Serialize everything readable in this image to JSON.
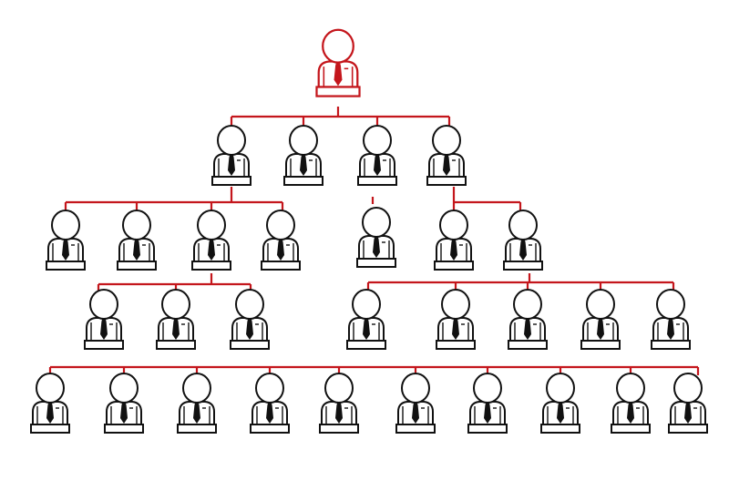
{
  "colors": {
    "background": "#ffffff",
    "leader": "#c4161c",
    "member": "#111111",
    "connector": "#c4161c",
    "fill": "#ffffff"
  },
  "icon": "businessman-icon",
  "hierarchy": [
    {
      "id": "ceo",
      "level": 0,
      "parent": null,
      "role": "leader"
    },
    {
      "id": "m1",
      "level": 1,
      "parent": "ceo"
    },
    {
      "id": "m2",
      "level": 1,
      "parent": "ceo"
    },
    {
      "id": "m3",
      "level": 1,
      "parent": "ceo"
    },
    {
      "id": "m4",
      "level": 1,
      "parent": "ceo"
    },
    {
      "id": "s1",
      "level": 2,
      "parent": "m1"
    },
    {
      "id": "s2",
      "level": 2,
      "parent": "m1"
    },
    {
      "id": "s3",
      "level": 2,
      "parent": "m1"
    },
    {
      "id": "s4",
      "level": 2,
      "parent": "m1"
    },
    {
      "id": "s5",
      "level": 2,
      "parent": "m3"
    },
    {
      "id": "s6",
      "level": 2,
      "parent": "m4"
    },
    {
      "id": "s7",
      "level": 2,
      "parent": "m4"
    },
    {
      "id": "t1",
      "level": 3,
      "parent": "s3"
    },
    {
      "id": "t2",
      "level": 3,
      "parent": "s3"
    },
    {
      "id": "t3",
      "level": 3,
      "parent": "s3"
    },
    {
      "id": "t4",
      "level": 3,
      "parent": "s7"
    },
    {
      "id": "t5",
      "level": 3,
      "parent": "s7"
    },
    {
      "id": "t6",
      "level": 3,
      "parent": "s7"
    },
    {
      "id": "t7",
      "level": 3,
      "parent": "s7"
    },
    {
      "id": "t8",
      "level": 3,
      "parent": "s7"
    },
    {
      "id": "u1",
      "level": 4,
      "parent": "row3"
    },
    {
      "id": "u2",
      "level": 4,
      "parent": "row3"
    },
    {
      "id": "u3",
      "level": 4,
      "parent": "row3"
    },
    {
      "id": "u4",
      "level": 4,
      "parent": "row3"
    },
    {
      "id": "u5",
      "level": 4,
      "parent": "row3"
    },
    {
      "id": "u6",
      "level": 4,
      "parent": "row3"
    },
    {
      "id": "u7",
      "level": 4,
      "parent": "row3"
    },
    {
      "id": "u8",
      "level": 4,
      "parent": "row3"
    },
    {
      "id": "u9",
      "level": 4,
      "parent": "row3"
    },
    {
      "id": "u10",
      "level": 4,
      "parent": "row3"
    }
  ]
}
